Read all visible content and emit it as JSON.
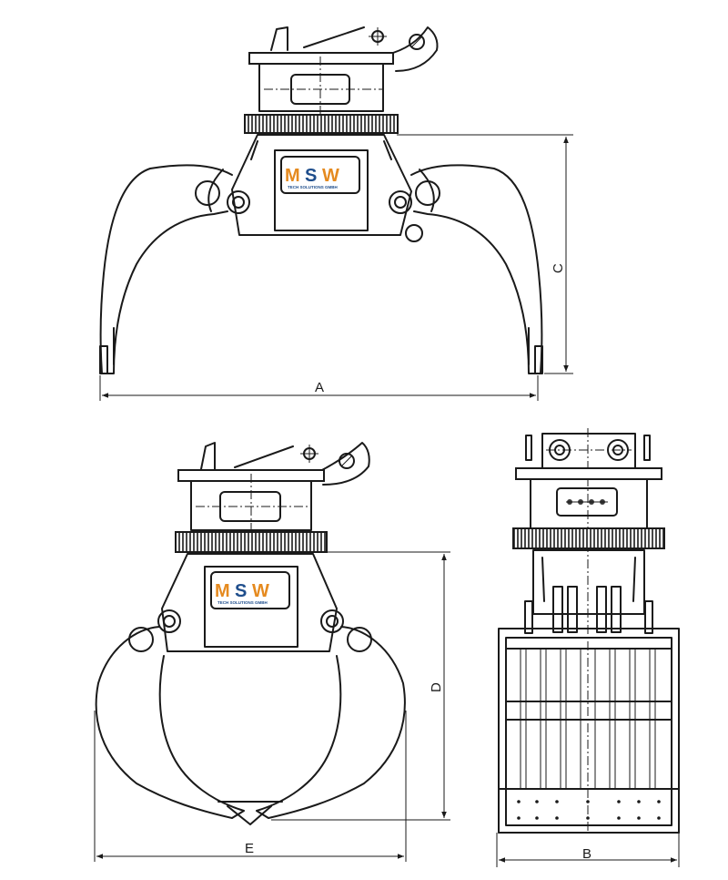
{
  "dimensions": {
    "A": "A",
    "B": "B",
    "C": "C",
    "D": "D",
    "E": "E"
  },
  "logo": {
    "letters": [
      "M",
      "S",
      "W"
    ],
    "tagline": "TECH SOLUTIONS GMBH",
    "colors": {
      "orange": "#e58a1f",
      "blue": "#1f4e8c"
    }
  },
  "views": [
    "front-view-open",
    "front-view-closed",
    "side-view"
  ]
}
